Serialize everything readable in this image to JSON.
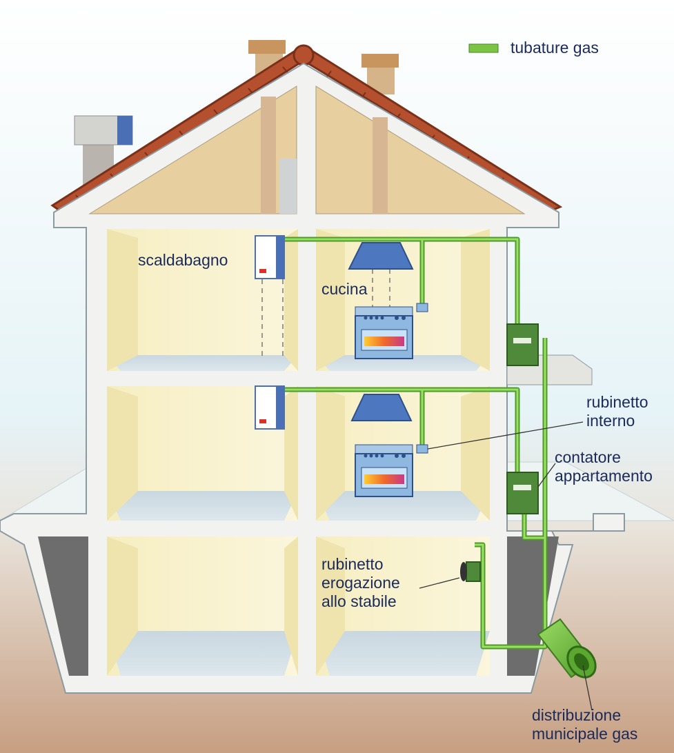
{
  "legend": {
    "label": "tubature gas",
    "color": "#7cc443"
  },
  "labels": {
    "scaldabagno": "scaldabagno",
    "cucina": "cucina",
    "rubinetto_interno": [
      "rubinetto",
      "interno"
    ],
    "contatore_appartamento": [
      "contatore",
      "appartamento"
    ],
    "rubinetto_erogazione": [
      "rubinetto",
      "erogazione",
      "allo stabile"
    ],
    "distribuzione": [
      "distribuzione",
      "municipale gas"
    ]
  },
  "colors": {
    "sky": "#e6f3f7",
    "ground": "#c9a68a",
    "wall": "#f2f2f0",
    "room_wall": "#f4edc2",
    "room_floor": "#d4e0e6",
    "roof_tile": "#b5502f",
    "gas_pipe": "#7cc443",
    "meter": "#4f8a3a",
    "hood": "#4d78c0"
  }
}
